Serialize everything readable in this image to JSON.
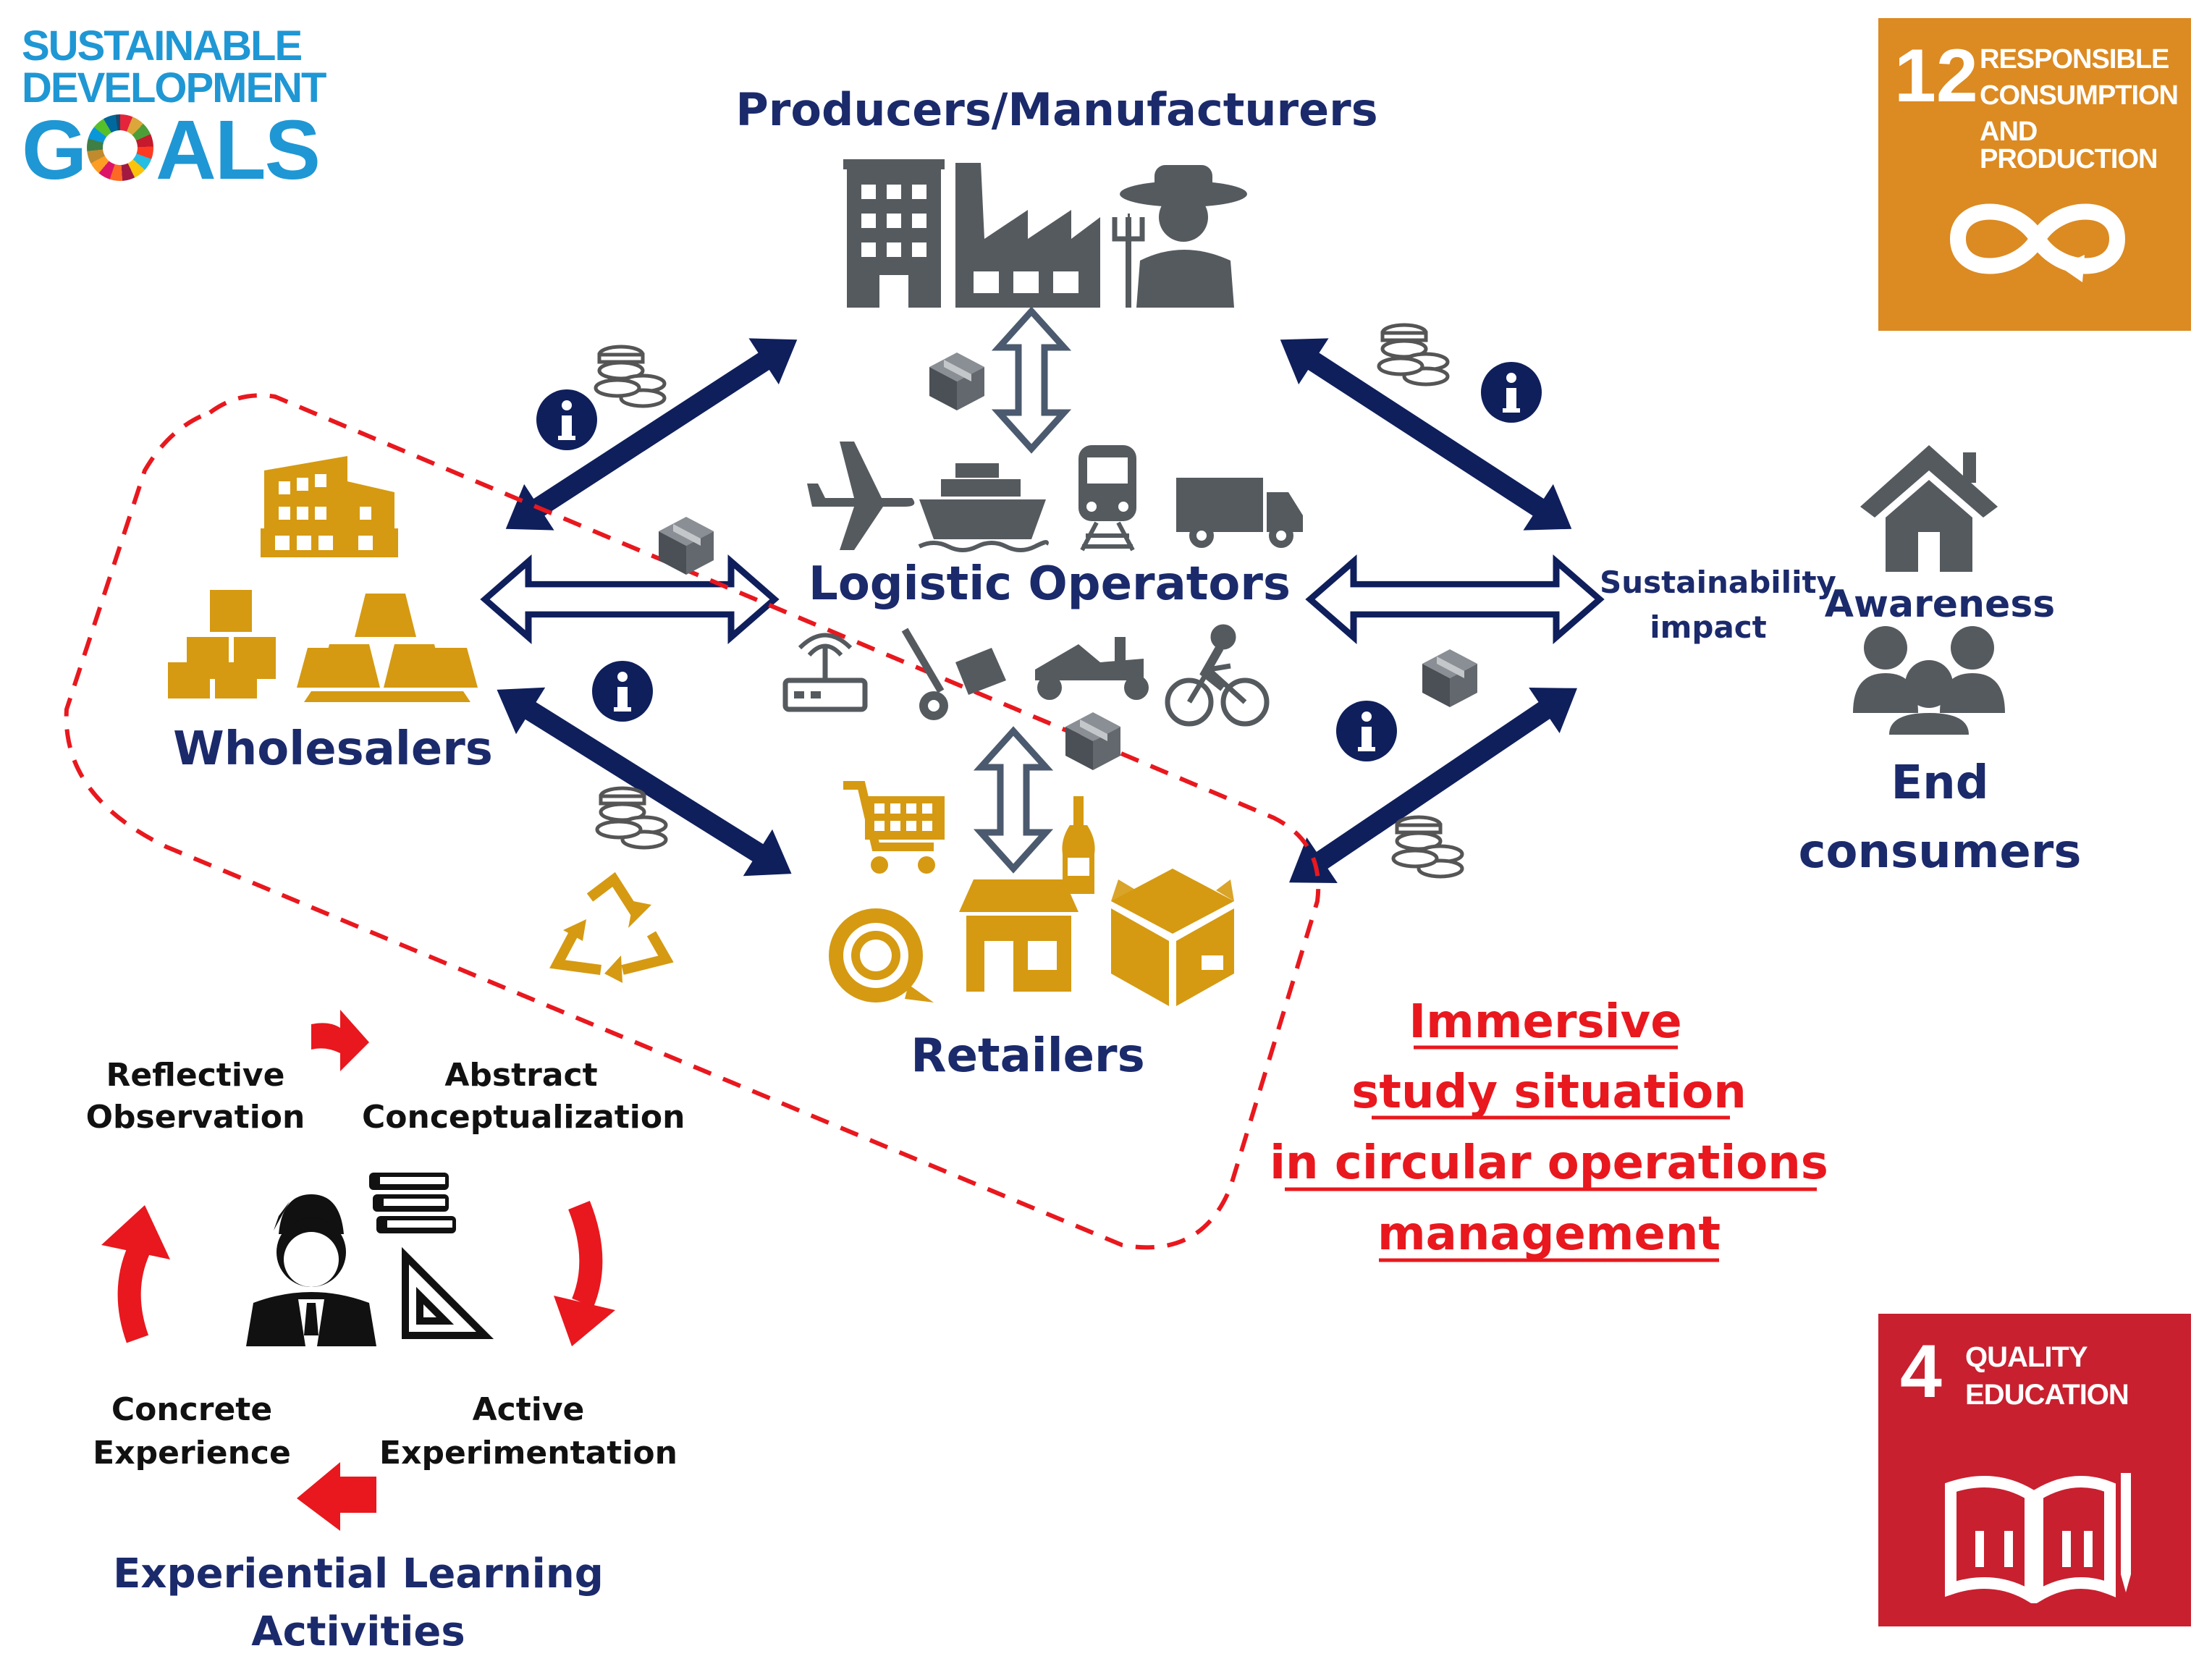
{
  "logo": {
    "line1": "SUSTAINABLE",
    "line2": "DEVELOPMENT",
    "line3_a": "G",
    "line3_b": "ALS"
  },
  "sdg12": {
    "number": "12",
    "line1": "RESPONSIBLE",
    "line2": "CONSUMPTION",
    "line3": "AND PRODUCTION",
    "color": "#dc8a22"
  },
  "sdg4": {
    "number": "4",
    "line1": "QUALITY",
    "line2": "EDUCATION",
    "color": "#c8202f"
  },
  "nodes": {
    "producers": "Producers/Manufacturers",
    "logistic": "Logistic Operators",
    "wholesalers": "Wholesalers",
    "retailers": "Retailers",
    "awareness": "Awareness",
    "end_consumers_1": "End",
    "end_consumers_2": "consumers",
    "sustainability_1": "Sustainability",
    "sustainability_2": "impact"
  },
  "cycle": {
    "reflective_1": "Reflective",
    "reflective_2": "Observation",
    "abstract_1": "Abstract",
    "abstract_2": "Conceptualization",
    "concrete_1": "Concrete",
    "concrete_2": "Experience",
    "active_1": "Active",
    "active_2": "Experimentation",
    "title_1": "Experiential Learning",
    "title_2": "Activities"
  },
  "immersive": {
    "line1": "Immersive",
    "line2": "study situation",
    "line3": "in circular operations",
    "line4": "management"
  },
  "colors": {
    "navy": "#1b2a6b",
    "arrow": "#0f1f5c",
    "gray_icon": "#555a5f",
    "gold_icon": "#d59a12",
    "red": "#e8181e"
  },
  "icons": [
    "building-icon",
    "factory-icon",
    "farmer-icon",
    "plane-icon",
    "ship-icon",
    "train-icon",
    "truck-icon",
    "router-icon",
    "hand-truck-icon",
    "scooter-icon",
    "bicycle-icon",
    "warehouse-icon",
    "boxes-icon",
    "gold-bars-icon",
    "shopping-cart-icon",
    "bottle-icon",
    "onion-icon",
    "shop-icon",
    "open-box-icon",
    "recycle-icon",
    "house-icon",
    "people-icon",
    "books-icon",
    "set-square-icon",
    "student-icon",
    "coins-icon",
    "info-icon",
    "package-icon"
  ]
}
